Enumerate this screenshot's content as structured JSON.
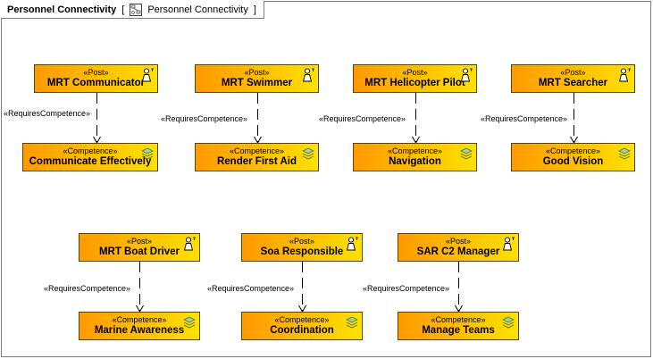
{
  "diagram": {
    "title": "Personnel Connectivity",
    "context_open": "[",
    "context_name": "Personnel Connectivity",
    "context_close": "]"
  },
  "edge_stereotype": "«RequiresCompetence»",
  "post_stereotype": "«Post»",
  "competence_stereotype": "«Competence»",
  "posts": [
    {
      "id": "p1",
      "name": "MRT Communicator"
    },
    {
      "id": "p2",
      "name": "MRT Swimmer"
    },
    {
      "id": "p3",
      "name": "MRT Helicopter Pilot"
    },
    {
      "id": "p4",
      "name": "MRT Searcher"
    },
    {
      "id": "p5",
      "name": "MRT Boat Driver"
    },
    {
      "id": "p6",
      "name": "Soa Responsible"
    },
    {
      "id": "p7",
      "name": "SAR C2 Manager"
    }
  ],
  "competences": [
    {
      "id": "c1",
      "name": "Communicate Effectively"
    },
    {
      "id": "c2",
      "name": "Render First Aid"
    },
    {
      "id": "c3",
      "name": "Navigation"
    },
    {
      "id": "c4",
      "name": "Good Vision"
    },
    {
      "id": "c5",
      "name": "Marine Awareness"
    },
    {
      "id": "c6",
      "name": "Coordination"
    },
    {
      "id": "c7",
      "name": "Manage Teams"
    }
  ],
  "links": [
    {
      "from": "p1",
      "to": "c1"
    },
    {
      "from": "p2",
      "to": "c2"
    },
    {
      "from": "p3",
      "to": "c3"
    },
    {
      "from": "p4",
      "to": "c4"
    },
    {
      "from": "p5",
      "to": "c5"
    },
    {
      "from": "p6",
      "to": "c6"
    },
    {
      "from": "p7",
      "to": "c7"
    }
  ],
  "colors": {
    "node_left": "#ff9a00",
    "node_right": "#ffe100",
    "node_border": "#5a4500",
    "edge": "#000000"
  }
}
